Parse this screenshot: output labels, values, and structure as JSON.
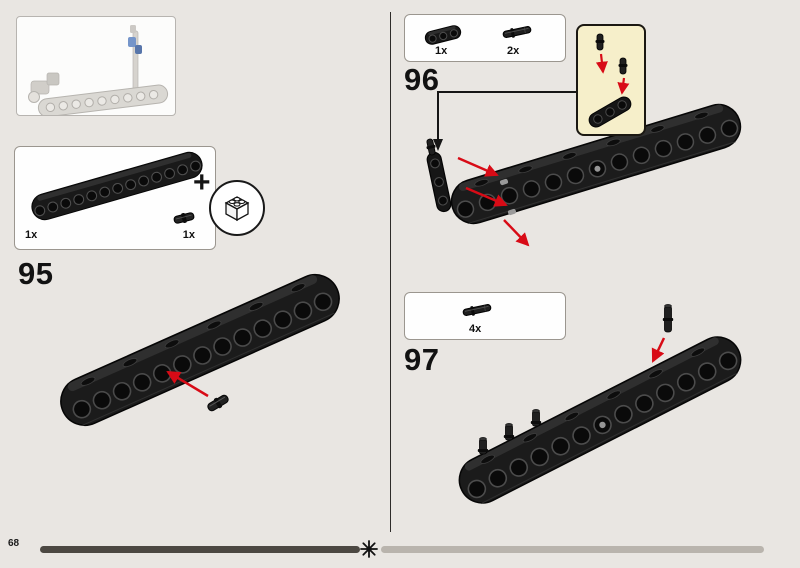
{
  "page": {
    "number": "68"
  },
  "steps": [
    {
      "id": "95",
      "parts": [
        {
          "qty": "1x",
          "part": "technic-beam-13-black"
        },
        {
          "qty": "1x",
          "part": "pin-black"
        }
      ]
    },
    {
      "id": "96",
      "parts": [
        {
          "qty": "1x",
          "part": "technic-beam-3-black"
        },
        {
          "qty": "2x",
          "part": "pin-long-black"
        }
      ]
    },
    {
      "id": "97",
      "parts": [
        {
          "qty": "4x",
          "part": "pin-long-black"
        }
      ]
    }
  ],
  "icons": {
    "plus": "+",
    "brick_circle": "brick-2x2-icon",
    "progress_marker": "sun-icon"
  },
  "colors": {
    "background": "#e9e6e2",
    "beam_black": "#1b1b1b",
    "arrow_red": "#d80b16",
    "callout_bg": "#f6efca",
    "progress_dark": "#4c4842",
    "progress_light": "#b9b4ad"
  }
}
